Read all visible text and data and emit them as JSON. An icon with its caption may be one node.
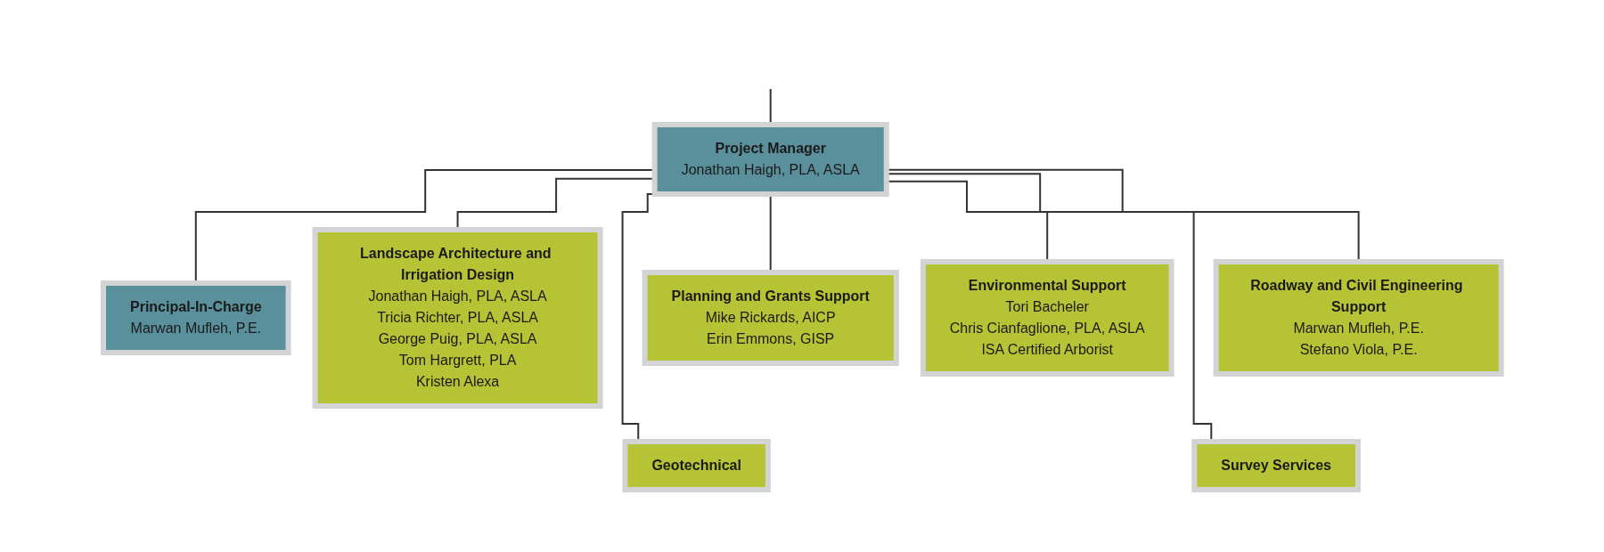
{
  "diagram": {
    "nodes": [
      {
        "text": [
          "Project Manager",
          "Jonathan Haigh, PLA, ASLA"
        ]
      },
      {
        "text": [
          "Principal-In-Charge",
          "Marwan Mufleh, P.E."
        ]
      },
      {
        "text": [
          "Landscape Architecture and Irrigation Design",
          "Jonathan Haigh, PLA, ASLA",
          "Tricia Richter, PLA, ASLA",
          "George Puig, PLA, ASLA",
          "Tom Hargrett, PLA",
          "Kristen Alexa"
        ]
      },
      {
        "text": [
          "Planning and Grants Support",
          "Mike Rickards, AICP",
          "Erin Emmons, GISP"
        ]
      },
      {
        "text": [
          "Roadway and Civil Engineering Support",
          "Marwan Mufleh, P.E.",
          "Stefano Viola, P.E."
        ]
      },
      {
        "text": [
          "Environmental Support",
          "Tori Bacheler",
          "Chris Cianfaglione, PLA, ASLA",
          "ISA Certified Arborist"
        ]
      },
      {
        "text": [
          "Geotechnical"
        ]
      },
      {
        "text": [
          "Survey Services"
        ]
      }
    ],
    "edges": [
      {
        "from": null,
        "to": 0,
        "arrow": "none"
      },
      {
        "from": 0,
        "to": 1,
        "arrow": "none"
      },
      {
        "from": 0,
        "to": 2,
        "arrow": "none"
      },
      {
        "from": 0,
        "to": 3,
        "arrow": "none"
      },
      {
        "from": 0,
        "to": 4,
        "arrow": "none"
      },
      {
        "from": 0,
        "to": 5,
        "arrow": "none"
      },
      {
        "from": 0,
        "to": 6,
        "arrow": "none"
      },
      {
        "from": 0,
        "to": 7,
        "arrow": "none"
      }
    ]
  }
}
